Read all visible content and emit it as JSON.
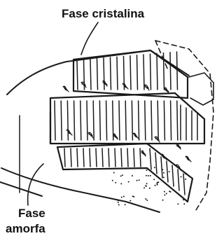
{
  "labels": {
    "crystalline_phase": "Fase cristalina",
    "amorphous_phase_line1": "Fase",
    "amorphous_phase_line2": "amorfa"
  },
  "colors": {
    "ink": "#1a1a1a",
    "background": "#ffffff"
  }
}
